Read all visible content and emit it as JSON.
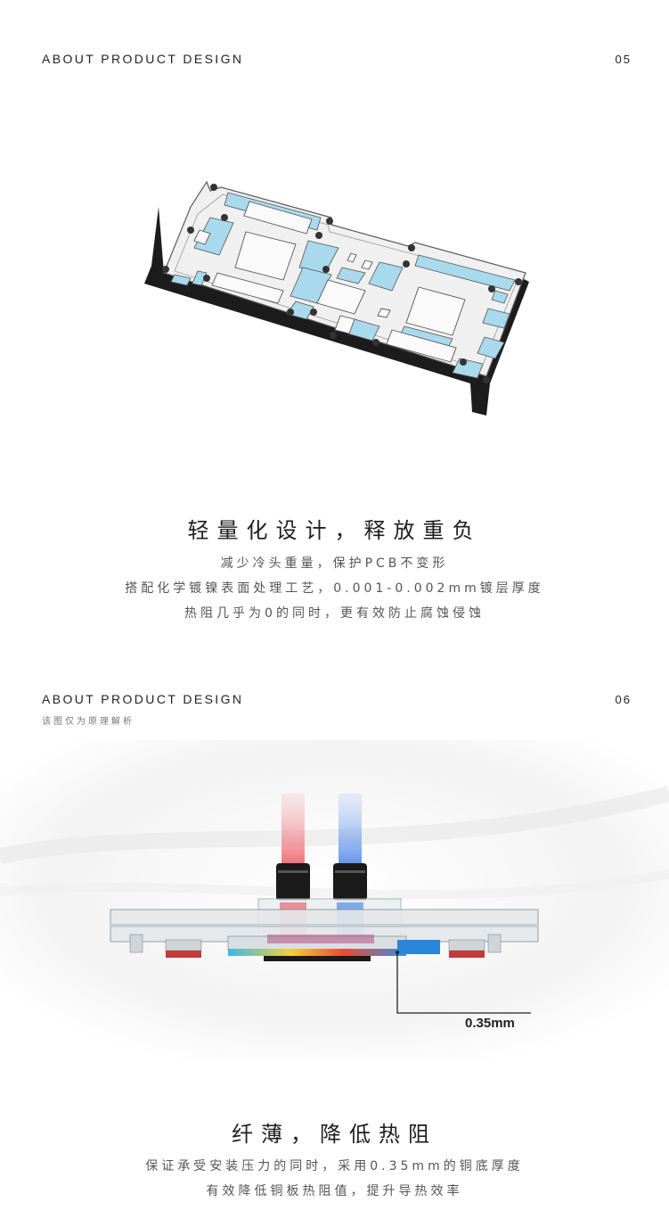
{
  "section1": {
    "label": "ABOUT PRODUCT DESIGN",
    "number": "05",
    "title": "轻量化设计，释放重负",
    "lines": [
      "减少冷头重量，保护PCB不变形",
      "搭配化学镀镍表面处理工艺，0.001-0.002mm镀层厚度",
      "热阻几乎为0的同时，更有效防止腐蚀侵蚀"
    ]
  },
  "section2": {
    "label": "ABOUT PRODUCT DESIGN",
    "number": "06",
    "note": "该图仅为原理解析",
    "callout": "0.35mm",
    "title": "纤薄，降低热阻",
    "lines": [
      "保证承受安装压力的同时，采用0.35mm的铜底厚度",
      "有效降低铜板热阻值，提升导热效率"
    ]
  },
  "colors": {
    "pad_blue": "#a9d9ec",
    "hot_red": "#e8404a",
    "cold_blue": "#2a6fe0",
    "plate_dark": "#1c1c1c"
  }
}
